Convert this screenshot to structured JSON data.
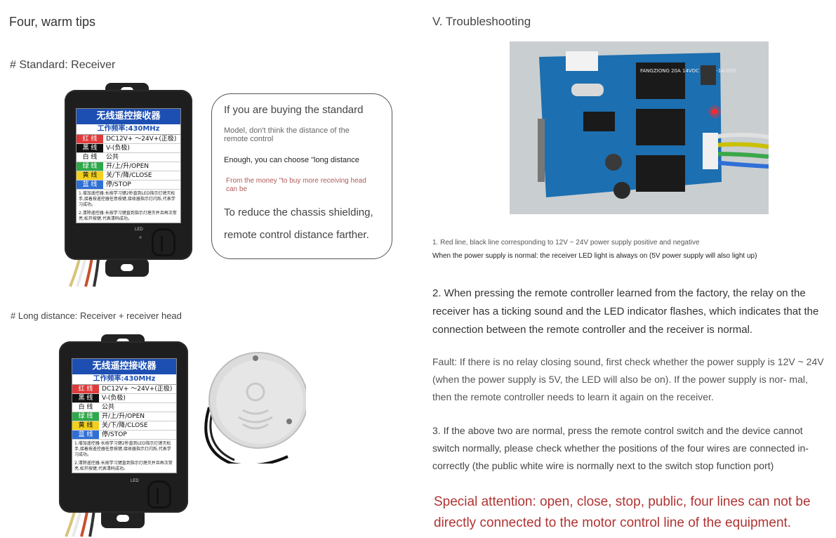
{
  "left": {
    "heading": "Four, warm tips",
    "standard_label": "# Standard: Receiver",
    "long_label": "# Long distance: Receiver + receiver head",
    "bubble": {
      "line1": "If you are buying the standard",
      "line2": "Model, don't think the distance of the remote control",
      "line3": "Enough, you can choose \"long distance",
      "line4": "From the money \"to buy more receiving head can be",
      "line5": "To reduce the chassis shielding,",
      "line6": "remote control distance farther."
    },
    "receiver_label": {
      "title": "无线遥控接收器",
      "freq": "工作频率:430MHz",
      "rows": [
        {
          "color": "红 线",
          "desc": "DC12V+ ～24V+(正极)",
          "bg": "#e03a3a",
          "fg": "#ffffff"
        },
        {
          "color": "黑 线",
          "desc": "V-(负极)",
          "bg": "#111111",
          "fg": "#ffffff"
        },
        {
          "color": "白 线",
          "desc": "公共",
          "bg": "#ffffff",
          "fg": "#111111"
        },
        {
          "color": "绿 线",
          "desc": "开/上/升/OPEN",
          "bg": "#2fa84a",
          "fg": "#ffffff"
        },
        {
          "color": "黄 线",
          "desc": "关/下/降/CLOSE",
          "bg": "#f2d01e",
          "fg": "#111111"
        },
        {
          "color": "蓝 线",
          "desc": "停/STOP",
          "bg": "#2f6fd6",
          "fg": "#ffffff"
        }
      ],
      "note1": "1.增加遥控器:长按学习键2秒直到LED指示灯熄灭松手,接着按遥控器任意按键,接收器指示灯闪烁,代表学习成功。",
      "note2": "2.清除遥控器:长按学习键直到指示灯熄灭并且再次常亮,松开按键,代表清码成功。",
      "led": "LED"
    }
  },
  "right": {
    "heading": "V. Troubleshooting",
    "item1a": "1. Red line, black line corresponding to 12V ~ 24V power supply positive and negative",
    "item1b": "When the power supply is normal: the receiver LED light is always on (5V power supply will also light up)",
    "item2": "2. When pressing the remote controller learned from the factory, the relay on the receiver has a ticking sound and the LED indicator flashes, which indicates that the connection between the remote controller and the receiver is normal.",
    "fault": "Fault: If there is no relay closing sound, first check whether the power supply is 12V ~ 24V (when the power supply is 5V, the LED will also be on). If the power supply is nor- mal, then the remote controller needs to learn it again on the receiver.",
    "item3": "3. If the above two are normal, press the remote control switch and the device cannot switch normally, please check whether the positions of the four wires are connected in- correctly (the public white wire is normally next to the switch stop function port)",
    "special": "Special attention: open, close, stop, public, four lines can not be directly connected to the motor control line of the equipment.",
    "relay_text": "FANGZIONG 20A 14VDC FX303-1A-05D"
  },
  "colors": {
    "special_red": "#b03333",
    "pcb_blue": "#1c6fb0",
    "label_blue": "#1d4fb3"
  }
}
